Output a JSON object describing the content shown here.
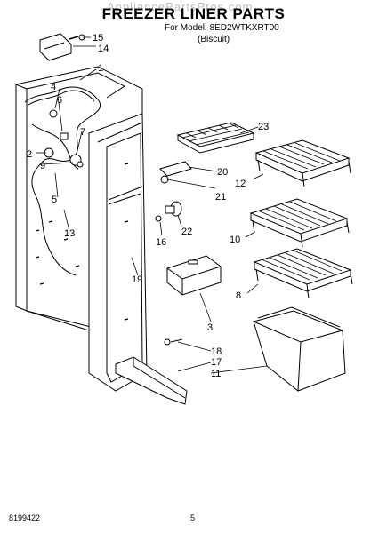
{
  "header": {
    "watermark": "AppliancePartsPros.com",
    "title": "FREEZER LINER PARTS",
    "model_line": "For Model: 8ED2WTKXRT00",
    "color_line": "(Biscuit)"
  },
  "footer": {
    "doc_number": "8199422",
    "page_number": "5"
  },
  "callouts": [
    "1",
    "2",
    "3",
    "4",
    "5",
    "6",
    "7",
    "8",
    "9",
    "10",
    "11",
    "12",
    "13",
    "14",
    "15",
    "16",
    "17",
    "18",
    "19",
    "20",
    "21",
    "22",
    "23"
  ]
}
